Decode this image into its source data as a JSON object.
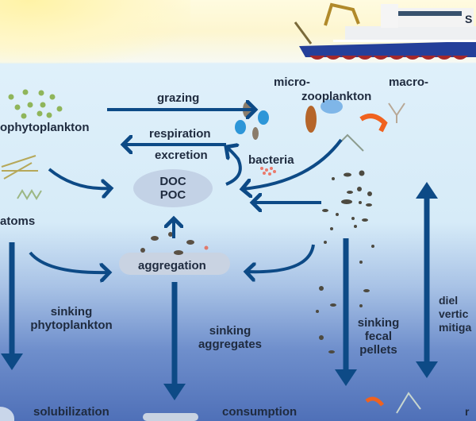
{
  "labels": {
    "micro": "micro-",
    "macro": "macro-",
    "zooplankton": "zooplankton",
    "grazing": "grazing",
    "phytoplankton": "ophytoplankton",
    "respiration": "respiration",
    "excretion": "excretion",
    "bacteria": "bacteria",
    "doc": "DOC",
    "poc": "POC",
    "diatoms": "atoms",
    "aggregation": "aggregation",
    "sinking_phyto_1": "sinking",
    "sinking_phyto_2": "phytoplankton",
    "sinking_agg_1": "sinking",
    "sinking_agg_2": "aggregates",
    "sinking_fecal_1": "sinking",
    "sinking_fecal_2": "fecal",
    "sinking_fecal_3": "pellets",
    "diel_1": "diel",
    "diel_2": "vertic",
    "diel_3": "mitiga",
    "solubilization": "solubilization",
    "consumption": "consumption",
    "right_cut": "r",
    "ship_cut": "S"
  },
  "colors": {
    "arrow": "#0d4a86",
    "text": "#1f2b3f",
    "ellipse": "#c3d2e6"
  }
}
